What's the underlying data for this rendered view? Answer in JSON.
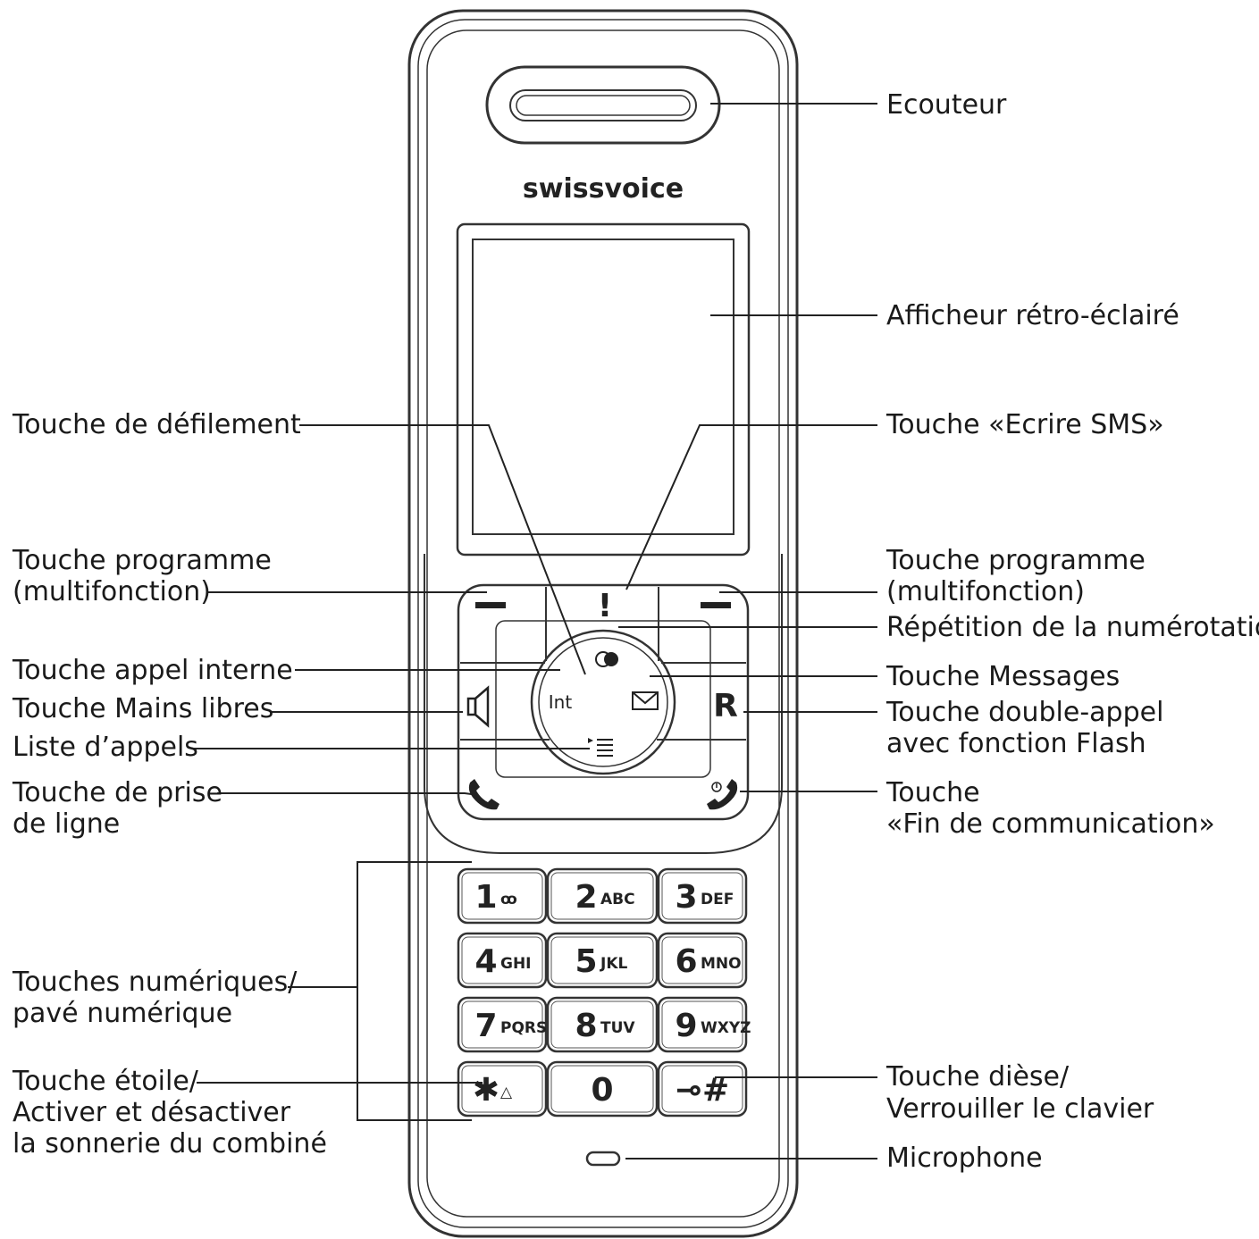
{
  "brand": "swissvoice",
  "labels": {
    "ecouteur": "Ecouteur",
    "afficheur": "Afficheur rétro-éclairé",
    "defilement": "Touche de défilement",
    "ecrire_sms": "Touche «Ecrire SMS»",
    "prog_left_1": "Touche programme",
    "prog_left_2": "(multifonction)",
    "prog_right_1": "Touche programme",
    "prog_right_2": "(multifonction)",
    "repetition": "Répétition de la numérotation",
    "appel_interne": "Touche appel interne",
    "messages": "Touche Messages",
    "mains_libres": "Touche Mains libres",
    "double_appel_1": "Touche double-appel",
    "double_appel_2": "avec fonction Flash",
    "liste_appels": "Liste d’appels",
    "prise_ligne_1": "Touche de prise",
    "prise_ligne_2": "de ligne",
    "fin_comm_1": "Touche",
    "fin_comm_2": "«Fin de communication»",
    "numeriques_1": "Touches numériques/",
    "numeriques_2": "pavé numérique",
    "etoile_1": "Touche étoile/",
    "etoile_2": "Activer et désactiver",
    "etoile_3": "la sonnerie du combiné",
    "diese_1": "Touche dièse/",
    "diese_2": "Verrouiller le clavier",
    "microphone": "Microphone"
  },
  "nav_keys": {
    "int": "Int",
    "r": "R",
    "exclam": "!"
  },
  "keypad": [
    {
      "digit": "1",
      "letters": "ꝏ"
    },
    {
      "digit": "2",
      "letters": "ABC"
    },
    {
      "digit": "3",
      "letters": "DEF"
    },
    {
      "digit": "4",
      "letters": "GHI"
    },
    {
      "digit": "5",
      "letters": "JKL"
    },
    {
      "digit": "6",
      "letters": "MNO"
    },
    {
      "digit": "7",
      "letters": "PQRS"
    },
    {
      "digit": "8",
      "letters": "TUV"
    },
    {
      "digit": "9",
      "letters": "WXYZ"
    },
    {
      "digit": "✱",
      "letters": "△"
    },
    {
      "digit": "0",
      "letters": ""
    },
    {
      "digit": "⊸#",
      "letters": ""
    }
  ]
}
